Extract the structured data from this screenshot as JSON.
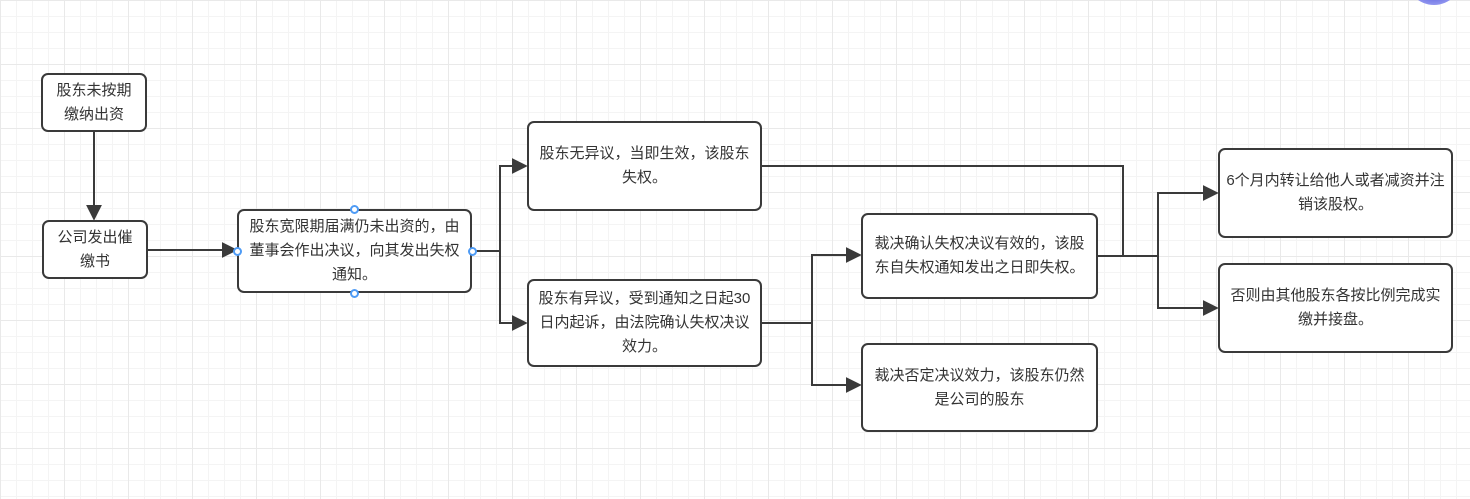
{
  "diagram": {
    "nodes": [
      {
        "id": "start",
        "label": "股东未按期\n缴纳出资"
      },
      {
        "id": "notice",
        "label": "公司发出催\n缴书"
      },
      {
        "id": "resolution",
        "label": "股东宽限期届满仍未出资的，由\n董事会作出决议，向其发出失权\n通知。"
      },
      {
        "id": "no-objection",
        "label": "股东无异议，当即生效，该股东\n失权。"
      },
      {
        "id": "objection",
        "label": "股东有异议，受到通知之日起30\n日内起诉，由法院确认失权决议\n效力。"
      },
      {
        "id": "ruling-valid",
        "label": "裁决确认失权决议有效的，该股\n东自失权通知发出之日即失权。"
      },
      {
        "id": "ruling-invalid",
        "label": "裁决否定决议效力，该股东仍然\n是公司的股东"
      },
      {
        "id": "transfer",
        "label": "6个月内转让给他人或者减资并注\n销该股权。"
      },
      {
        "id": "other-shareholders",
        "label": "否则由其他股东各按比例完成实\n缴并接盘。"
      }
    ],
    "edges": [
      {
        "from": "start",
        "to": "notice"
      },
      {
        "from": "notice",
        "to": "resolution"
      },
      {
        "from": "resolution",
        "to": "no-objection"
      },
      {
        "from": "resolution",
        "to": "objection"
      },
      {
        "from": "objection",
        "to": "ruling-valid"
      },
      {
        "from": "objection",
        "to": "ruling-invalid"
      },
      {
        "from": "no-objection",
        "to": "transfer"
      },
      {
        "from": "no-objection",
        "to": "other-shareholders"
      },
      {
        "from": "ruling-valid",
        "to": "transfer"
      },
      {
        "from": "ruling-valid",
        "to": "other-shareholders"
      }
    ],
    "colors": {
      "node_border": "#3a3a3a",
      "node_fill": "#ffffff",
      "edge": "#3a3a3a",
      "handle_ring": "#4e9bf5",
      "grid_minor": "#f4f4f4",
      "grid_major": "#e9e9e9",
      "avatar_blue": "#4347d6"
    }
  }
}
